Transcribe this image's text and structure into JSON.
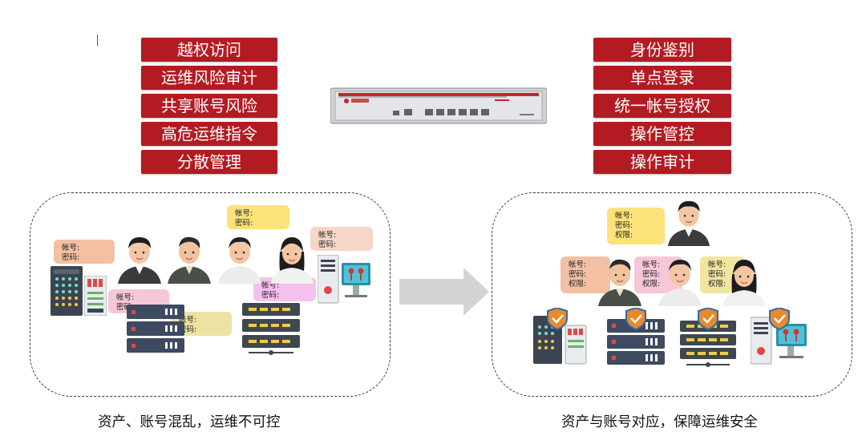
{
  "left_tags": [
    "越权访问",
    "运维风险审计",
    "共享账号风险",
    "高危运维指令",
    "分散管理"
  ],
  "right_tags": [
    "身份鉴别",
    "单点登录",
    "统一帐号授权",
    "操作管控",
    "操作审计"
  ],
  "captions": {
    "left": "资产、账号混乱，运维不可控",
    "right": "资产与账号对应，保障运维安全"
  },
  "bubble_text": {
    "account": "帐号:",
    "password": "密码:",
    "permission": "权限:"
  },
  "colors": {
    "tag_red": "#b31b22",
    "bubble_salmon": "#f3c0a3",
    "bubble_yellow": "#fbe27a",
    "bubble_pink": "#f7c6d8",
    "bubble_khaki": "#ebe3a2",
    "bubble_peach": "#f6d6c8",
    "bubble_magenta": "#f6c0ee",
    "bubble_light_yellow": "#f1e6a1",
    "shield_orange": "#e8892a",
    "arrow_gray": "#d4d4d4"
  }
}
